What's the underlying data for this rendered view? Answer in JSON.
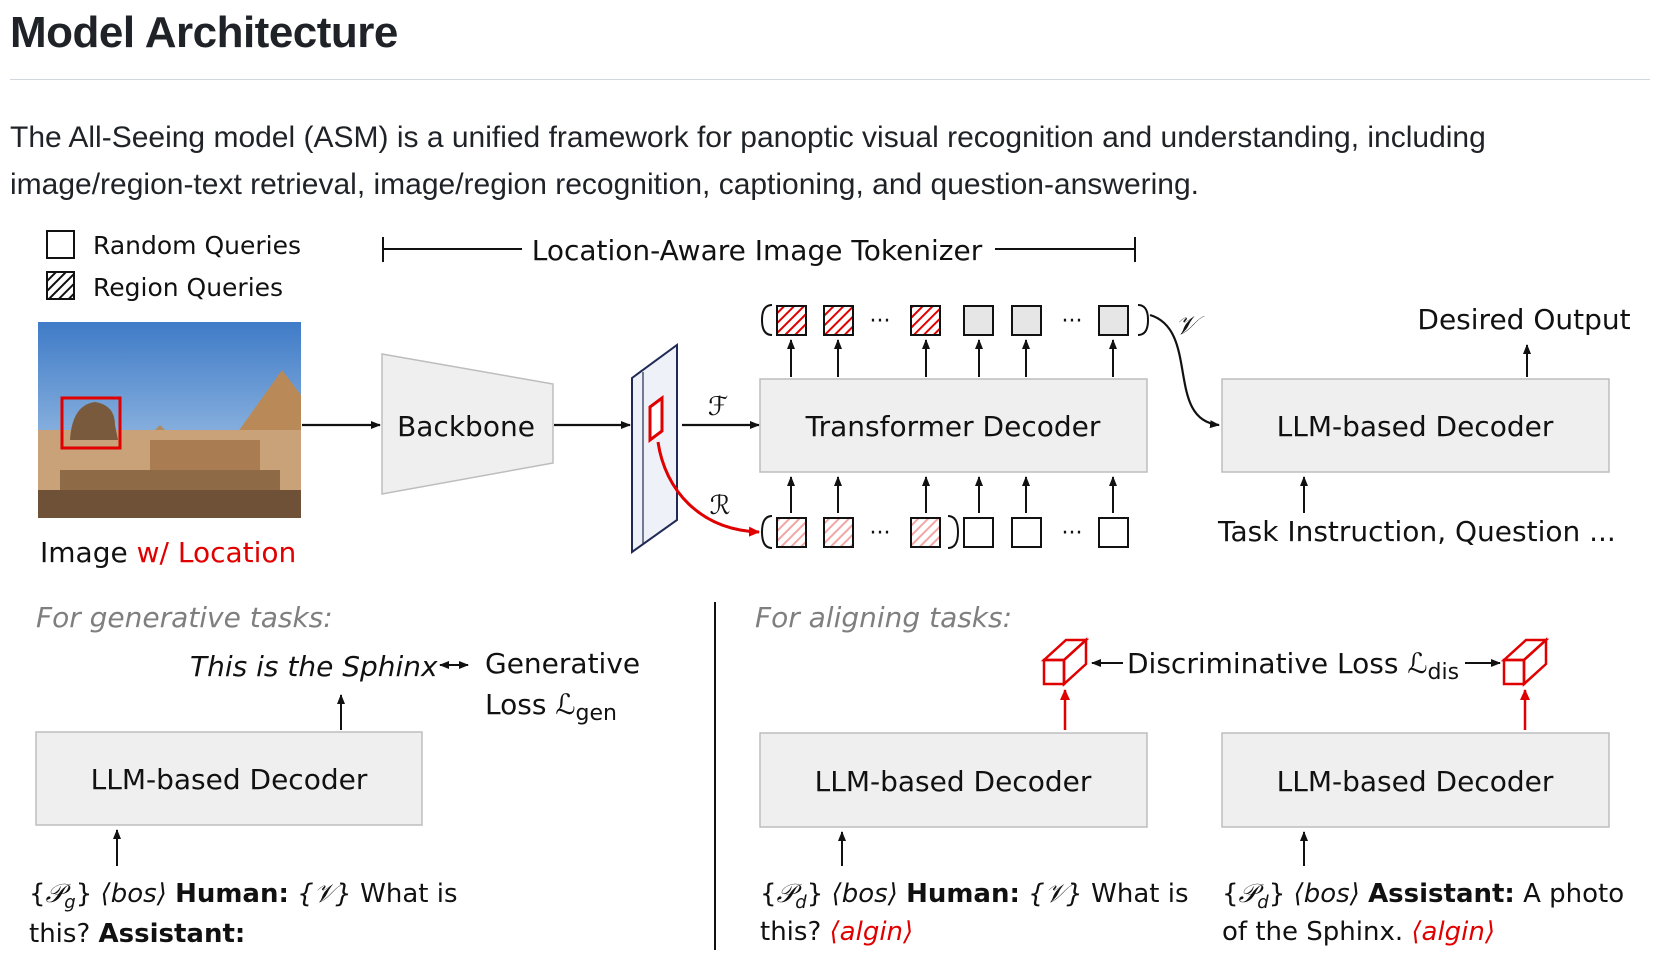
{
  "page": {
    "title": "Model Architecture",
    "intro": "The All-Seeing model (ASM) is a unified framework for panoptic visual recognition and understanding, including image/region-text retrieval, image/region recognition, captioning, and question-answering."
  },
  "diagram": {
    "legend": {
      "random_queries": "Random Queries",
      "region_queries": "Region Queries"
    },
    "tokenizer_label": "Location-Aware Image Tokenizer",
    "image_caption_prefix": "Image",
    "image_caption_highlight": "w/ Location",
    "backbone": "Backbone",
    "transformer_decoder": "Transformer Decoder",
    "llm_decoder": "LLM-based Decoder",
    "desired_output": "Desired Output",
    "task_instruction": "Task Instruction, Question ...",
    "symbols": {
      "features": "ℱ",
      "regions": "ℛ",
      "visual_tokens": "𝒱",
      "ellipsis": "···"
    },
    "generative": {
      "heading": "For generative tasks:",
      "output_text": "This is the Sphinx",
      "loss_label": "Generative",
      "loss_word": "Loss",
      "loss_symbol": "ℒ",
      "loss_subscript": "gen",
      "decoder": "LLM-based Decoder",
      "prompt": {
        "p_open": "{",
        "p_symbol": "𝒫",
        "p_sub": "g",
        "p_close": "}",
        "bos": "⟨bos⟩",
        "human": "Human:",
        "v_token": "{𝒱}",
        "rest1": "What is",
        "line2a": "this?",
        "assistant": "Assistant:"
      }
    },
    "aligning": {
      "heading": "For aligning tasks:",
      "loss_label": "Discriminative  Loss",
      "loss_symbol": "ℒ",
      "loss_subscript": "dis",
      "decoder_left": "LLM-based Decoder",
      "decoder_right": "LLM-based Decoder",
      "prompt_left": {
        "p_open": "{",
        "p_symbol": "𝒫",
        "p_sub": "d",
        "p_close": "}",
        "bos": "⟨bos⟩",
        "human": "Human:",
        "v_token": "{𝒱}",
        "rest1": "What is",
        "line2a": "this?",
        "align": "⟨algin⟩"
      },
      "prompt_right": {
        "p_open": "{",
        "p_symbol": "𝒫",
        "p_sub": "d",
        "p_close": "}",
        "bos": "⟨bos⟩",
        "assistant": "Assistant:",
        "rest1": "A photo",
        "line2a": "of the Sphinx.",
        "align": "⟨algin⟩"
      }
    }
  },
  "colors": {
    "accent_red": "#e00000",
    "box_fill": "#efefef",
    "light_red": "#f2a6a6"
  }
}
